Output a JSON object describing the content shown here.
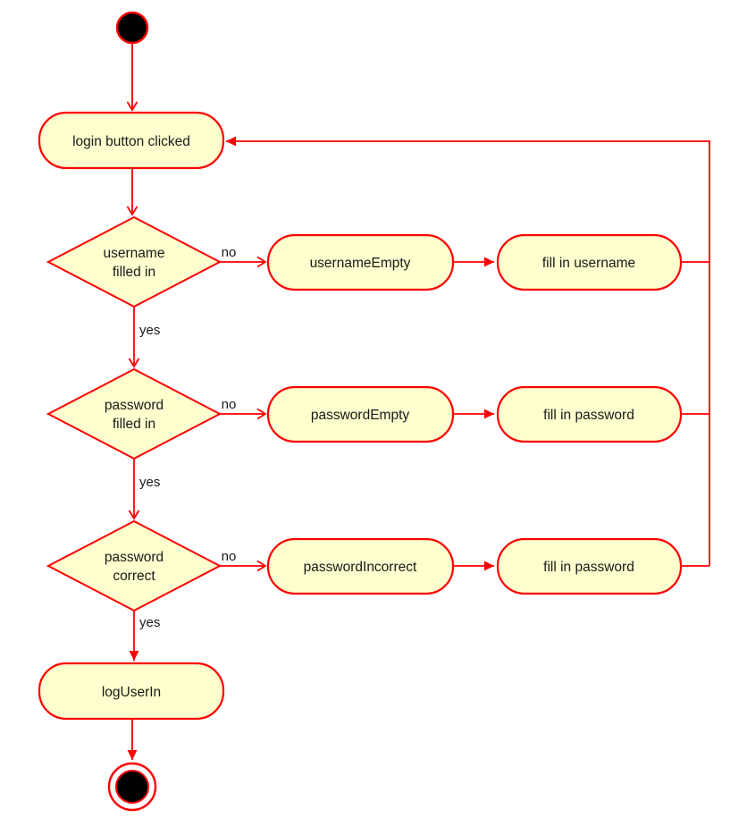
{
  "diagram": {
    "type": "uml-activity-diagram",
    "colors": {
      "stroke": "#FF0000",
      "node_fill": "#FEFECE",
      "text": "#1A1A1A",
      "start_node_fill": "#000000",
      "end_node_fill": "#000000",
      "background": "#FFFFFF"
    },
    "nodes": {
      "start": {
        "type": "initial-node"
      },
      "login_clicked": {
        "type": "activity",
        "label": "login button clicked"
      },
      "username_filled": {
        "type": "decision",
        "line1": "username",
        "line2": "filled in"
      },
      "username_empty": {
        "type": "activity",
        "label": "usernameEmpty"
      },
      "fill_in_username": {
        "type": "activity",
        "label": "fill in username"
      },
      "password_filled": {
        "type": "decision",
        "line1": "password",
        "line2": "filled in"
      },
      "password_empty": {
        "type": "activity",
        "label": "passwordEmpty"
      },
      "fill_in_password_1": {
        "type": "activity",
        "label": "fill in password"
      },
      "password_correct": {
        "type": "decision",
        "line1": "password",
        "line2": "correct"
      },
      "password_incorrect": {
        "type": "activity",
        "label": "passwordIncorrect"
      },
      "fill_in_password_2": {
        "type": "activity",
        "label": "fill in password"
      },
      "log_user_in": {
        "type": "activity",
        "label": "logUserIn"
      },
      "end": {
        "type": "final-node"
      }
    },
    "edge_labels": {
      "username_no": "no",
      "username_yes": "yes",
      "password_filled_no": "no",
      "password_filled_yes": "yes",
      "password_correct_no": "no",
      "password_correct_yes": "yes"
    },
    "edges": [
      {
        "from": "start",
        "to": "login_clicked"
      },
      {
        "from": "login_clicked",
        "to": "username_filled"
      },
      {
        "from": "username_filled",
        "to": "username_empty",
        "label": "no"
      },
      {
        "from": "username_empty",
        "to": "fill_in_username"
      },
      {
        "from": "fill_in_username",
        "to": "login_clicked"
      },
      {
        "from": "username_filled",
        "to": "password_filled",
        "label": "yes"
      },
      {
        "from": "password_filled",
        "to": "password_empty",
        "label": "no"
      },
      {
        "from": "password_empty",
        "to": "fill_in_password_1"
      },
      {
        "from": "fill_in_password_1",
        "to": "login_clicked"
      },
      {
        "from": "password_filled",
        "to": "password_correct",
        "label": "yes"
      },
      {
        "from": "password_correct",
        "to": "password_incorrect",
        "label": "no"
      },
      {
        "from": "password_incorrect",
        "to": "fill_in_password_2"
      },
      {
        "from": "fill_in_password_2",
        "to": "login_clicked"
      },
      {
        "from": "password_correct",
        "to": "log_user_in",
        "label": "yes"
      },
      {
        "from": "log_user_in",
        "to": "end"
      }
    ]
  }
}
